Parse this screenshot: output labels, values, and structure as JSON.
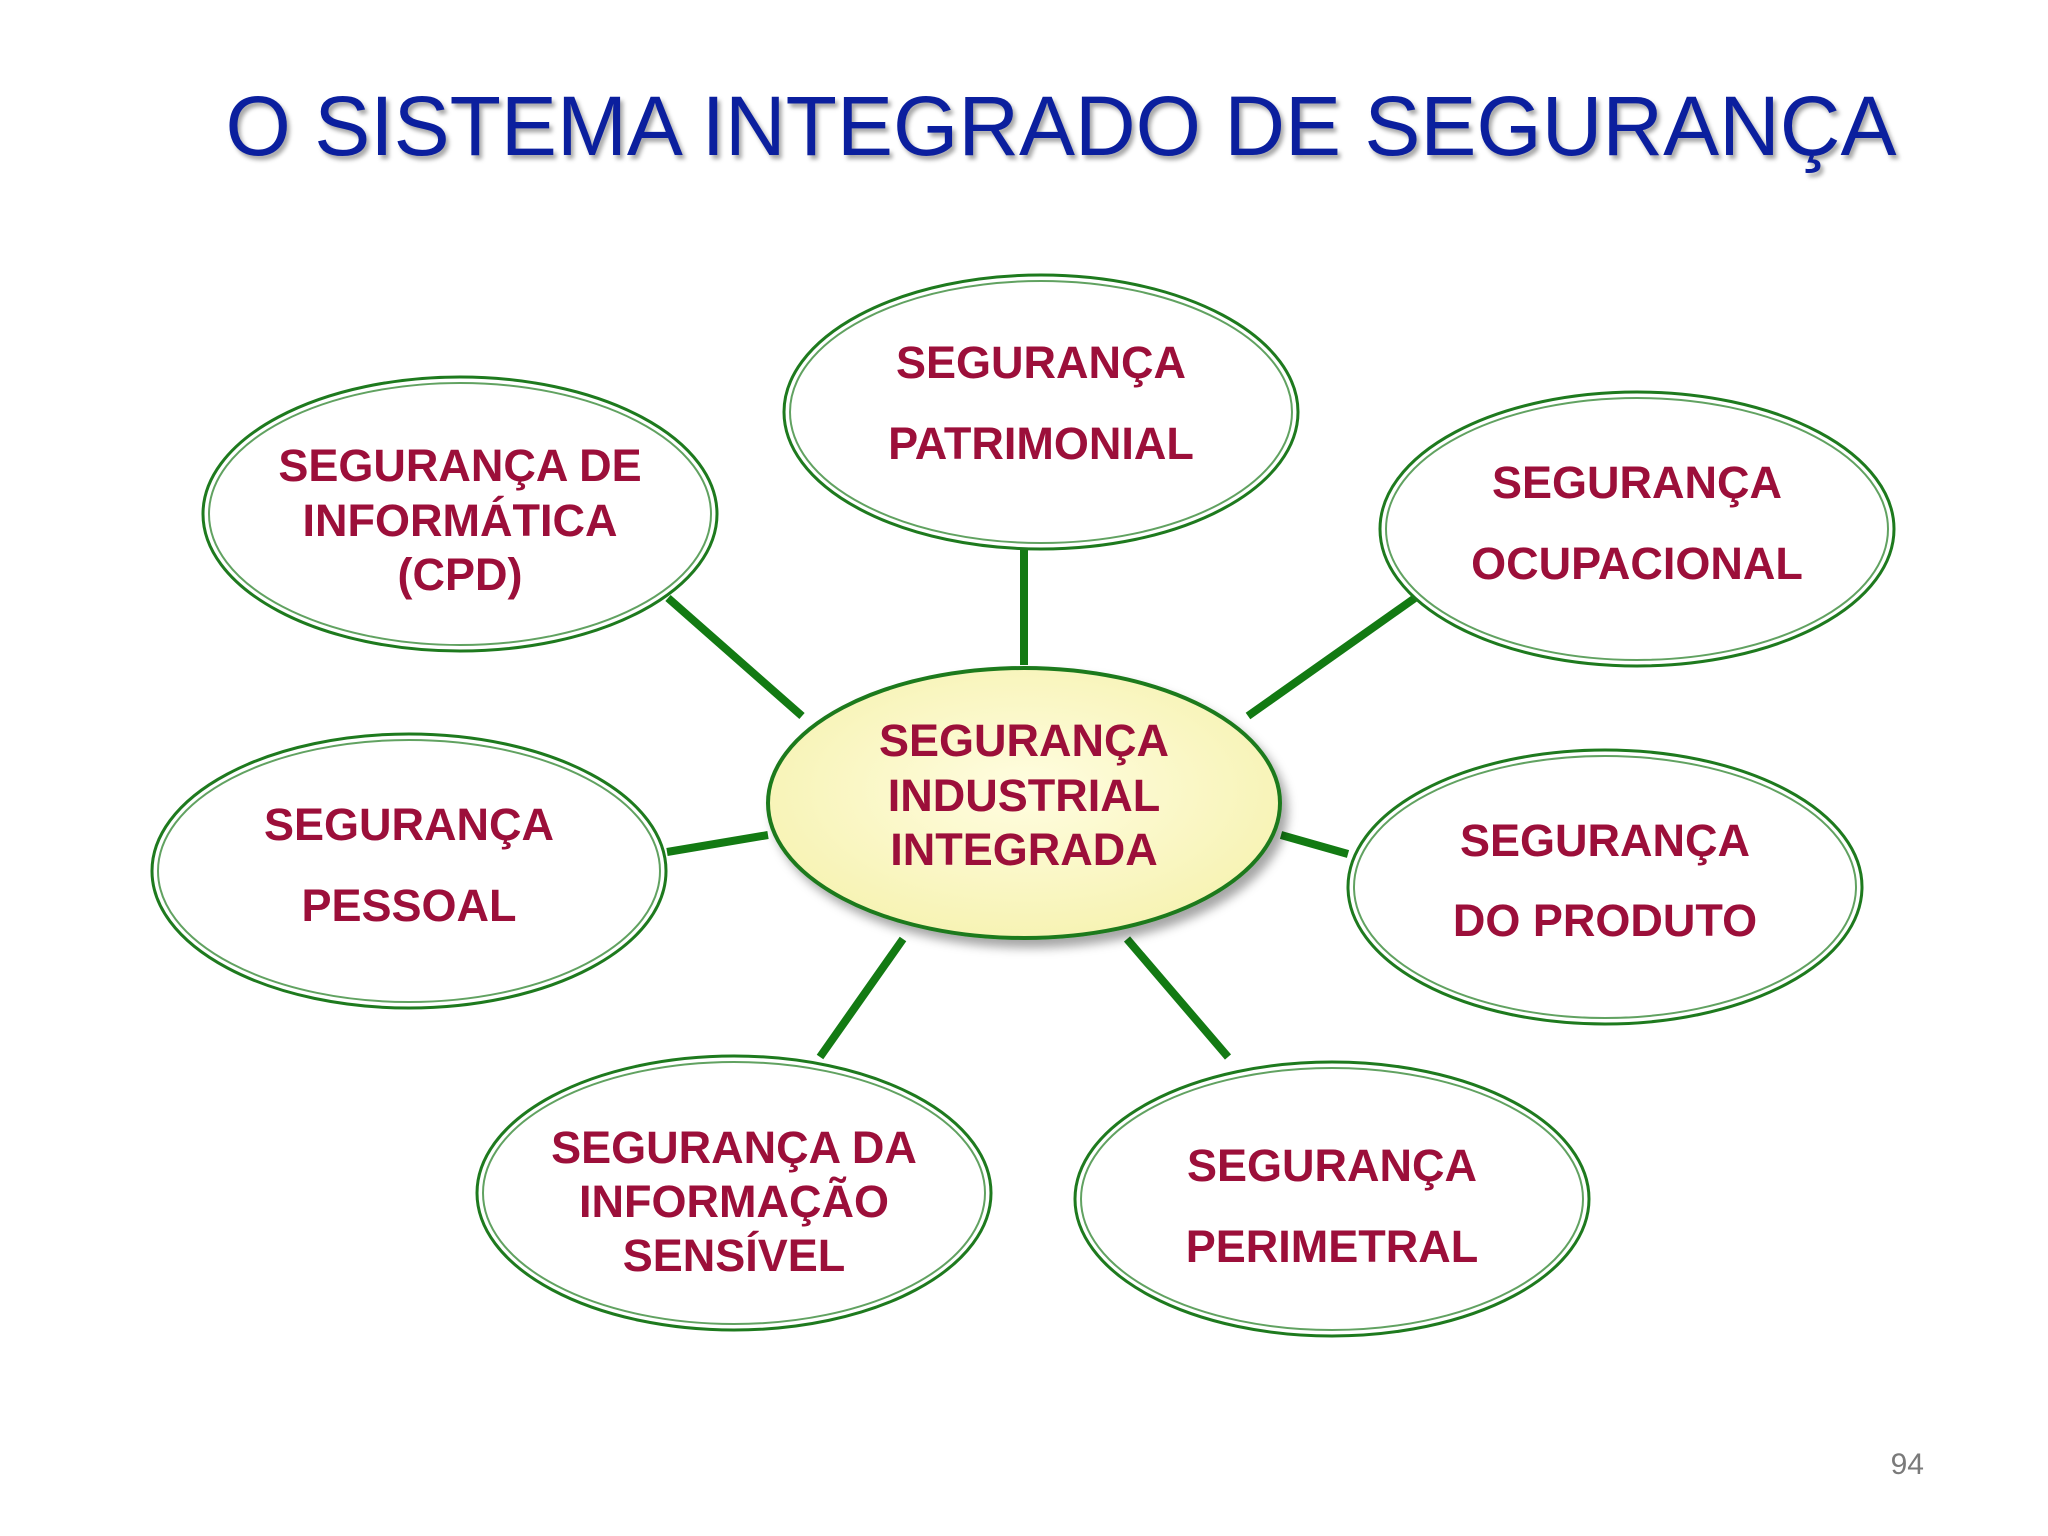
{
  "title": "O SISTEMA INTEGRADO DE SEGURANÇA",
  "page_number": "94",
  "colors": {
    "title": "#0b1f9e",
    "node_text": "#9c0f3a",
    "node_border": "#1e7a1e",
    "connector": "#137a13",
    "hub_fill": "#fbf8c6"
  },
  "hub": {
    "lines": [
      "SEGURANÇA",
      "INDUSTRIAL",
      "INTEGRADA"
    ]
  },
  "nodes": {
    "patrimonial": {
      "lines": [
        "SEGURANÇA",
        "PATRIMONIAL"
      ]
    },
    "informatica": {
      "lines": [
        "SEGURANÇA DE",
        "INFORMÁTICA",
        "(CPD)"
      ]
    },
    "ocupacional": {
      "lines": [
        "SEGURANÇA",
        "OCUPACIONAL"
      ]
    },
    "pessoal": {
      "lines": [
        "SEGURANÇA",
        "PESSOAL"
      ]
    },
    "produto": {
      "lines": [
        "SEGURANÇA",
        "DO PRODUTO"
      ]
    },
    "informacao_sensivel": {
      "lines": [
        "SEGURANÇA DA",
        "INFORMAÇÃO",
        "SENSÍVEL"
      ]
    },
    "perimetral": {
      "lines": [
        "SEGURANÇA",
        "PERIMETRAL"
      ]
    }
  }
}
